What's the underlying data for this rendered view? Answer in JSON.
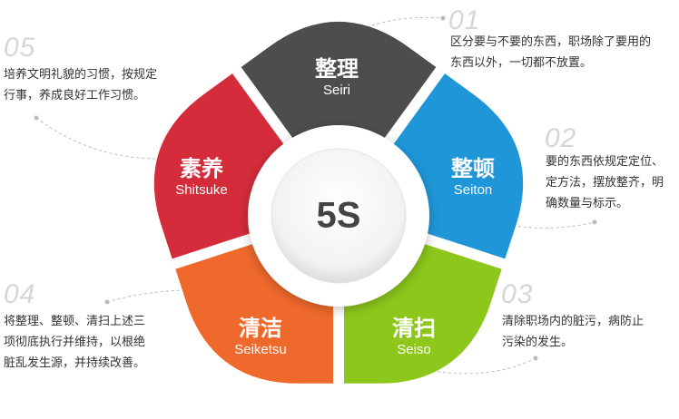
{
  "center": {
    "label": "5S"
  },
  "segments": [
    {
      "zh": "整理",
      "en": "Seiri",
      "color": "#4d4d4d"
    },
    {
      "zh": "整顿",
      "en": "Seiton",
      "color": "#1f96d8"
    },
    {
      "zh": "清扫",
      "en": "Seiso",
      "color": "#8dc71b"
    },
    {
      "zh": "清洁",
      "en": "Seiketsu",
      "color": "#f0692c"
    },
    {
      "zh": "素养",
      "en": "Shitsuke",
      "color": "#d42c3a"
    }
  ],
  "descriptions": [
    {
      "num": "01",
      "lines": [
        "区分要与不要的东西，职场除了要用的",
        "东西以外，一切都不放置。"
      ]
    },
    {
      "num": "02",
      "lines": [
        "要的东西依规定定位、",
        "定方法，摆放整齐，明",
        "确数量与标示。"
      ]
    },
    {
      "num": "03",
      "lines": [
        "清除职场内的脏污，病防止",
        "污染的发生。"
      ]
    },
    {
      "num": "04",
      "lines": [
        "将整理、整顿、清扫上述三",
        "项彻底执行并维持，以根绝",
        "脏乱发生源，并持续改善。"
      ]
    },
    {
      "num": "05",
      "lines": [
        "培养文明礼貌的习惯，按规定",
        "行事，养成良好工作习惯。"
      ]
    }
  ]
}
